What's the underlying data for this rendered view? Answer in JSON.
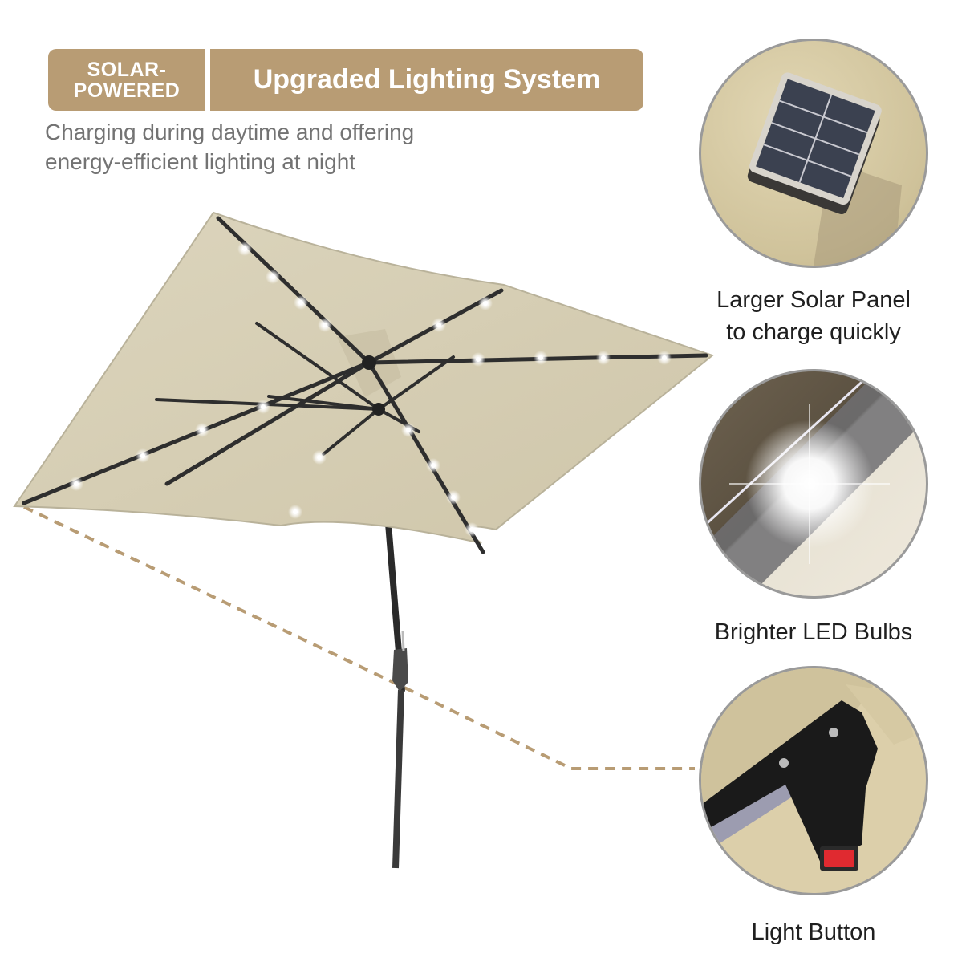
{
  "banner": {
    "badge_line1": "SOLAR-",
    "badge_line2": "POWERED",
    "headline": "Upgraded Lighting System",
    "color": "#b89c74"
  },
  "subtitle": {
    "line1": "Charging during daytime and offering",
    "line2": "energy-efficient lighting at night"
  },
  "product": {
    "name": "solar-led-patio-umbrella",
    "canopy_color": "#d8d0b8",
    "frame_color": "#2e2e2e",
    "led_count_visible": 24
  },
  "callout_line": {
    "color": "#b89c74",
    "style": "dashed"
  },
  "features": [
    {
      "id": "solar-panel",
      "caption_line1": "Larger Solar Panel",
      "caption_line2": "to charge quickly"
    },
    {
      "id": "led-bulbs",
      "caption_line1": "Brighter LED Bulbs"
    },
    {
      "id": "light-button",
      "caption_line1": "Light Button"
    }
  ]
}
